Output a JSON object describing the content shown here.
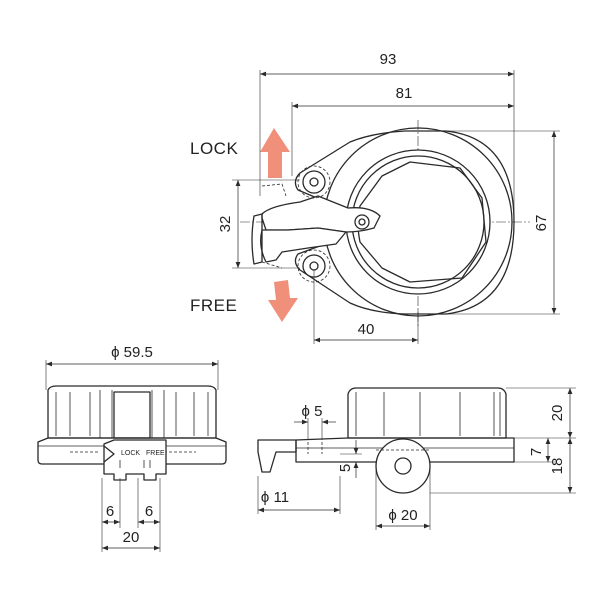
{
  "labels": {
    "lock": "LOCK",
    "free": "FREE",
    "lock_small": "LOCK",
    "free_small": "FREE"
  },
  "dimensions": {
    "overall_width": "93",
    "inner_width": "81",
    "height": "67",
    "handle_spread": "32",
    "center_offset": "40",
    "diameter_body": "ϕ 59.5",
    "slot_left": "6",
    "slot_right": "6",
    "slot_total": "20",
    "pin_diameter": "ϕ 5",
    "body_height": "20",
    "flange_height": "7",
    "total_height": "18",
    "pin_offset": "5",
    "hole_diameter": "ϕ 11",
    "wheel_diameter": "ϕ 20"
  },
  "colors": {
    "arrow": "#f0907a",
    "line": "#2a2a2a"
  }
}
